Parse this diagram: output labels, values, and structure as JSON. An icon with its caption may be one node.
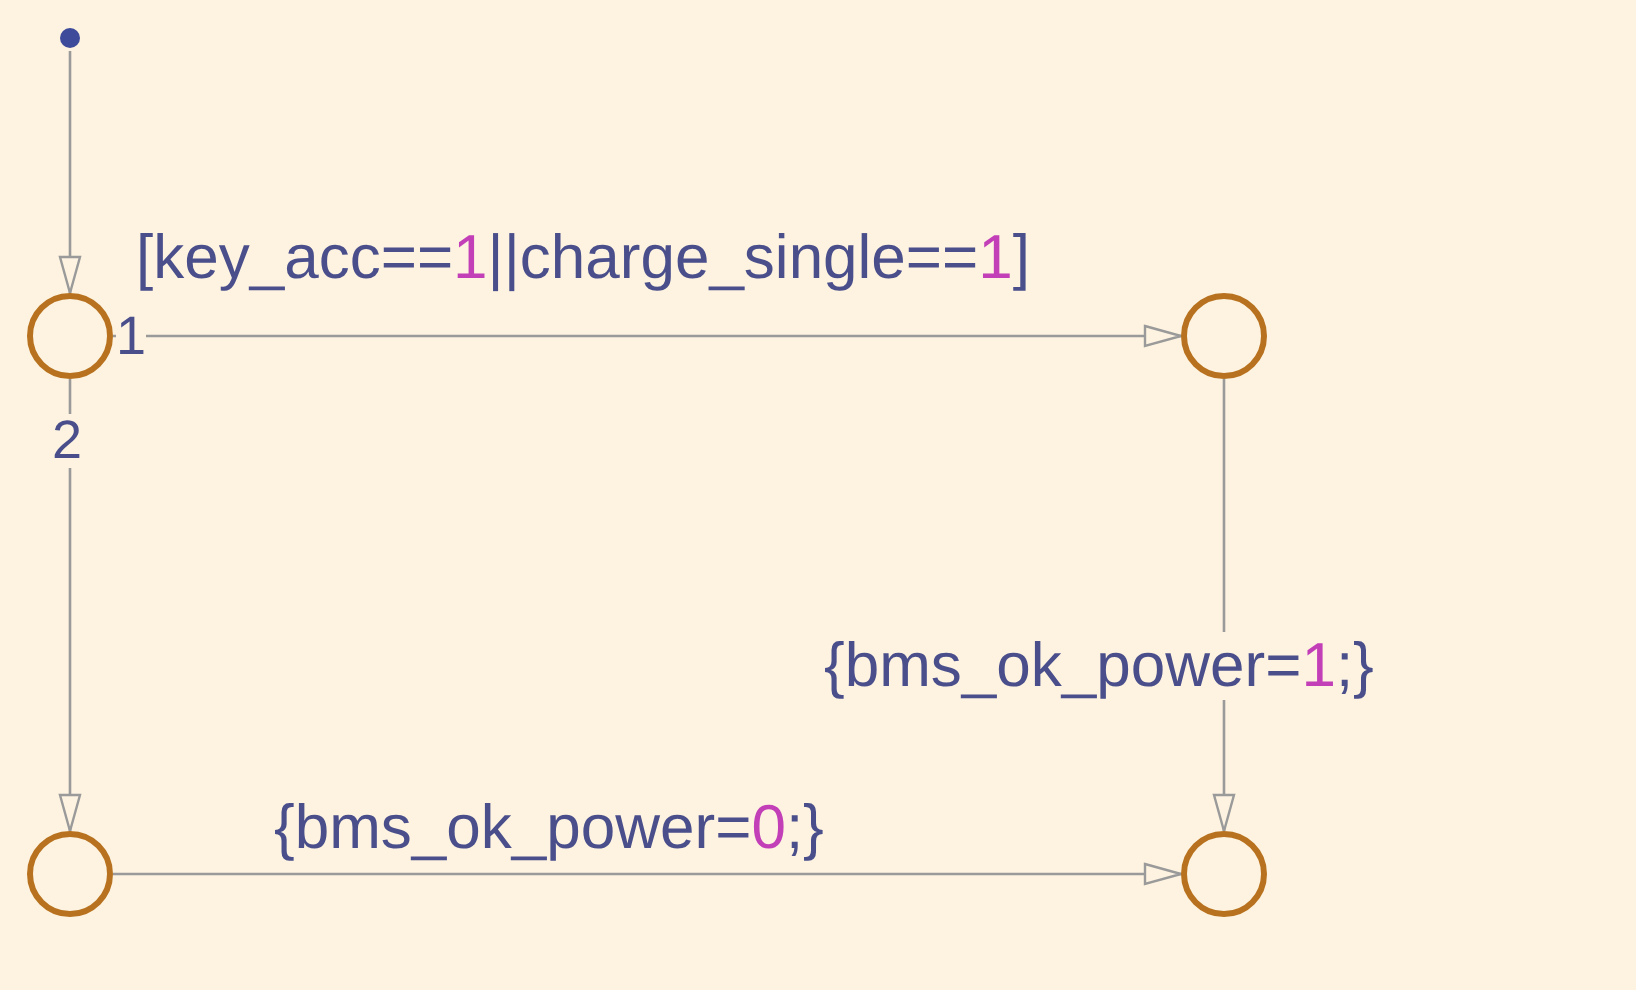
{
  "diagram": {
    "nodes": [
      {
        "text": [],
        "shape": "dot"
      },
      {
        "text": [],
        "shape": "circle"
      },
      {
        "text": [],
        "shape": "circle"
      },
      {
        "text": [],
        "shape": "circle"
      },
      {
        "text": [],
        "shape": "circle"
      }
    ],
    "edges": [
      {
        "from": 0,
        "to": 1,
        "arrow": "to"
      },
      {
        "from": 1,
        "to": 2,
        "arrow": "to",
        "label": "[key_acc==1||charge_single==1]"
      },
      {
        "from": 2,
        "to": 4,
        "arrow": "to",
        "label": "{bms_ok_power=1;}"
      },
      {
        "from": 1,
        "to": 3,
        "arrow": "to"
      },
      {
        "from": 3,
        "to": 4,
        "arrow": "to",
        "label": "{bms_ok_power=0;}"
      }
    ],
    "labels": [
      "1",
      "2"
    ]
  }
}
